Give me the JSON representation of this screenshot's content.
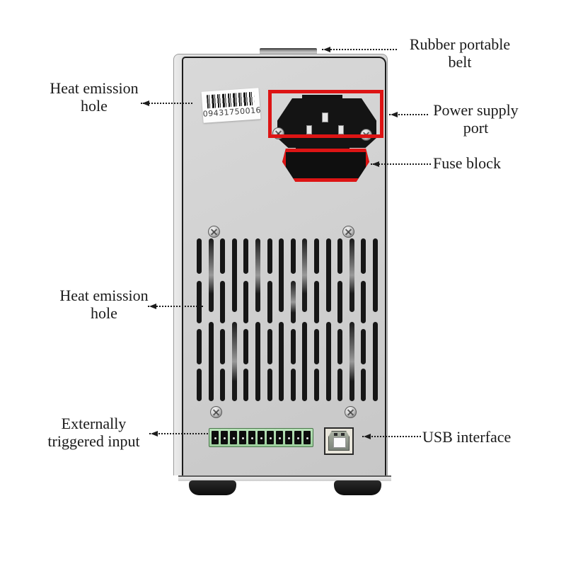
{
  "figure": {
    "type": "annotated-product-photo",
    "subject": "Bench power supply rear panel diagram",
    "background_color": "#ffffff",
    "highlight_color": "#dd1414",
    "text_color": "#1a1a1a"
  },
  "device": {
    "serial_number": "09431750016",
    "vent_columns": 16,
    "terminal_count": 11,
    "case_color": "#d3d3d3",
    "terminal_block_color": "#9ccf9c"
  },
  "annotations": {
    "rubber_belt": {
      "line1": "Rubber portable",
      "line2": "belt"
    },
    "heat_hole_top": {
      "line1": "Heat emission",
      "line2": "hole"
    },
    "power_port": {
      "line1": "Power supply",
      "line2": "port"
    },
    "fuse_block": {
      "text": "Fuse block"
    },
    "heat_hole_mid": {
      "line1": "Heat emission",
      "line2": "hole"
    },
    "external_trigger": {
      "line1": "Externally",
      "line2": "triggered input"
    },
    "usb": {
      "text": "USB interface"
    }
  }
}
